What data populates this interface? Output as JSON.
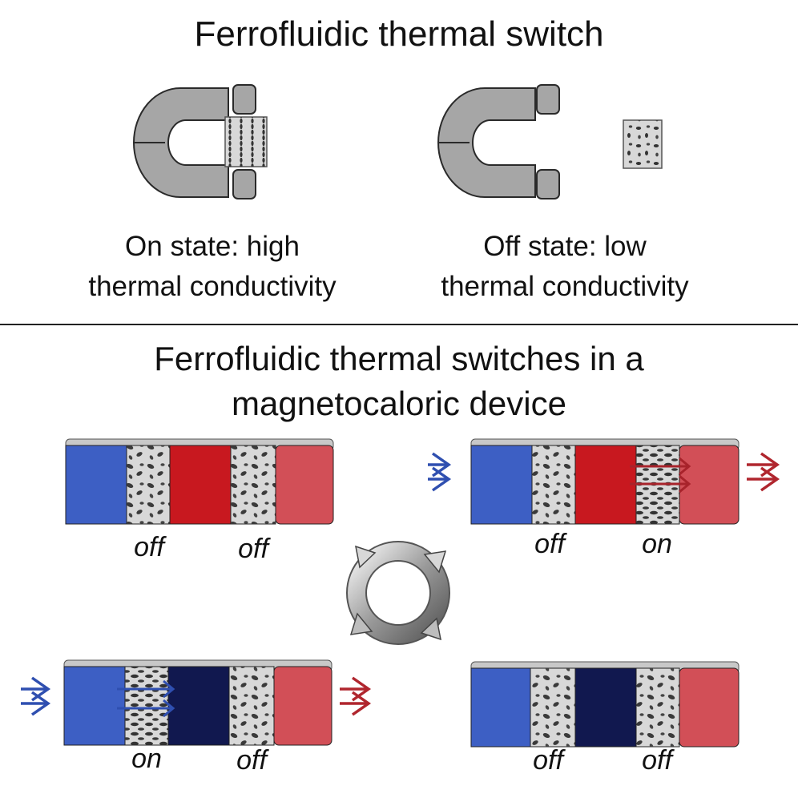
{
  "header": {
    "title": "Ferrofluidic thermal switch"
  },
  "states": {
    "on": {
      "line1": "On state: high",
      "line2": "thermal conductivity"
    },
    "off": {
      "line1": "Off state: low",
      "line2": "thermal conductivity"
    }
  },
  "device": {
    "title_line1": "Ferrofluidic thermal switches in a",
    "title_line2": "magnetocaloric device",
    "panels": [
      {
        "labels": [
          "off",
          "off"
        ]
      },
      {
        "labels": [
          "off",
          "on"
        ]
      },
      {
        "labels": [
          "on",
          "off"
        ]
      },
      {
        "labels": [
          "off",
          "off"
        ]
      }
    ]
  },
  "colors": {
    "cold_blue": "#3d5fc4",
    "hot_red": "#d24f57",
    "mc_hot": "#c8181f",
    "mc_cold": "#11184f",
    "ferrofluid_bg": "#d8d8d8",
    "magnet_gray": "#a6a6a6",
    "arrow_blue": "#2f4fb0",
    "arrow_red": "#b0262e"
  },
  "icons": [
    "horseshoe-magnet-icon",
    "ferrofluid-cell-icon",
    "cycle-arrows-icon",
    "heat-flow-arrow-icon"
  ]
}
